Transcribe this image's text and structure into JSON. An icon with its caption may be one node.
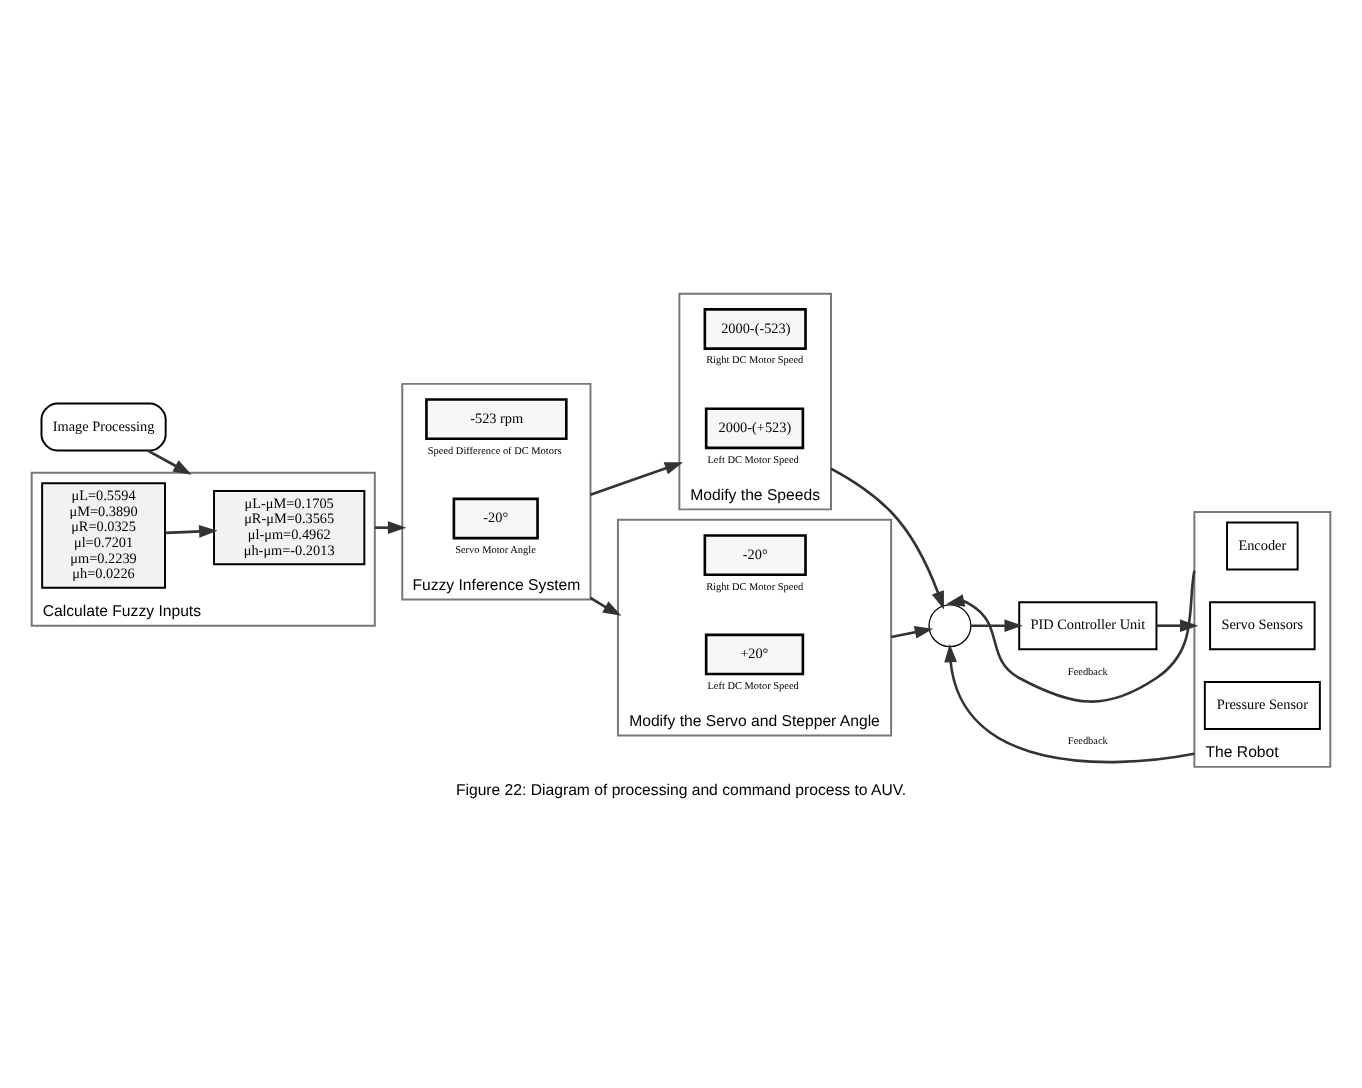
{
  "diagram": {
    "caption": "Figure 22: Diagram of processing and command process to AUV.",
    "nodes": [
      {
        "text": [
          "Image Processing"
        ]
      },
      {
        "text": [
          "Calculate Fuzzy Inputs"
        ]
      },
      {
        "text": [
          "μL=0.5594 μM=0.3890 μR=0.0325 μl=0.7201 μm=0.2239 μh=0.0226"
        ],
        "in": 1
      },
      {
        "text": [
          "μL-μM=0.1705 μR-μM=0.3565 μl-μm=0.4962 μh-μm=-0.2013"
        ],
        "in": 1
      },
      {
        "text": [
          "Fuzzy Inference System"
        ]
      },
      {
        "text": [
          "-523 rpm"
        ],
        "beside": [
          "Speed Difference of DC Motors"
        ],
        "in": 4
      },
      {
        "text": [
          "-20°"
        ],
        "beside": [
          "Servo Motor Angle"
        ],
        "in": 4
      },
      {
        "text": [
          "Modify the Speeds"
        ]
      },
      {
        "text": [
          "2000-(-523)"
        ],
        "beside": [
          "Right DC Motor Speed"
        ],
        "in": 7
      },
      {
        "text": [
          "2000-(+523)"
        ],
        "beside": [
          "Left DC Motor Speed"
        ],
        "in": 7
      },
      {
        "text": [
          "Modify the Servo and Stepper Angle"
        ]
      },
      {
        "text": [
          "-20°"
        ],
        "beside": [
          "Right DC Motor Speed"
        ],
        "in": 10
      },
      {
        "text": [
          "+20°"
        ],
        "beside": [
          "Left DC Motor Speed"
        ],
        "in": 10
      },
      {
        "text": [],
        "shape": "circle"
      },
      {
        "text": [
          "PID Controller Unit"
        ]
      },
      {
        "text": [
          "The Robot"
        ]
      },
      {
        "text": [
          "Encoder"
        ],
        "in": 15
      },
      {
        "text": [
          "Servo Sensors"
        ],
        "in": 15
      },
      {
        "text": [
          "Pressure Sensor"
        ],
        "in": 15
      }
    ],
    "edges": [
      {
        "from": 0,
        "to": 1,
        "arrow": "to"
      },
      {
        "from": 2,
        "to": 3,
        "arrow": "to"
      },
      {
        "from": 1,
        "to": 4,
        "arrow": "to"
      },
      {
        "from": 4,
        "to": 7,
        "arrow": "to"
      },
      {
        "from": 4,
        "to": 10,
        "arrow": "to"
      },
      {
        "from": 7,
        "to": 13,
        "arrow": "to"
      },
      {
        "from": 10,
        "to": 13,
        "arrow": "to"
      },
      {
        "from": 13,
        "to": 14,
        "arrow": "to"
      },
      {
        "from": 14,
        "to": 15,
        "arrow": "to"
      },
      {
        "from": 15,
        "to": 13,
        "arrow": "to",
        "label": "Feedback"
      },
      {
        "from": 15,
        "to": 13,
        "arrow": "to",
        "label": "Feedback"
      }
    ]
  }
}
